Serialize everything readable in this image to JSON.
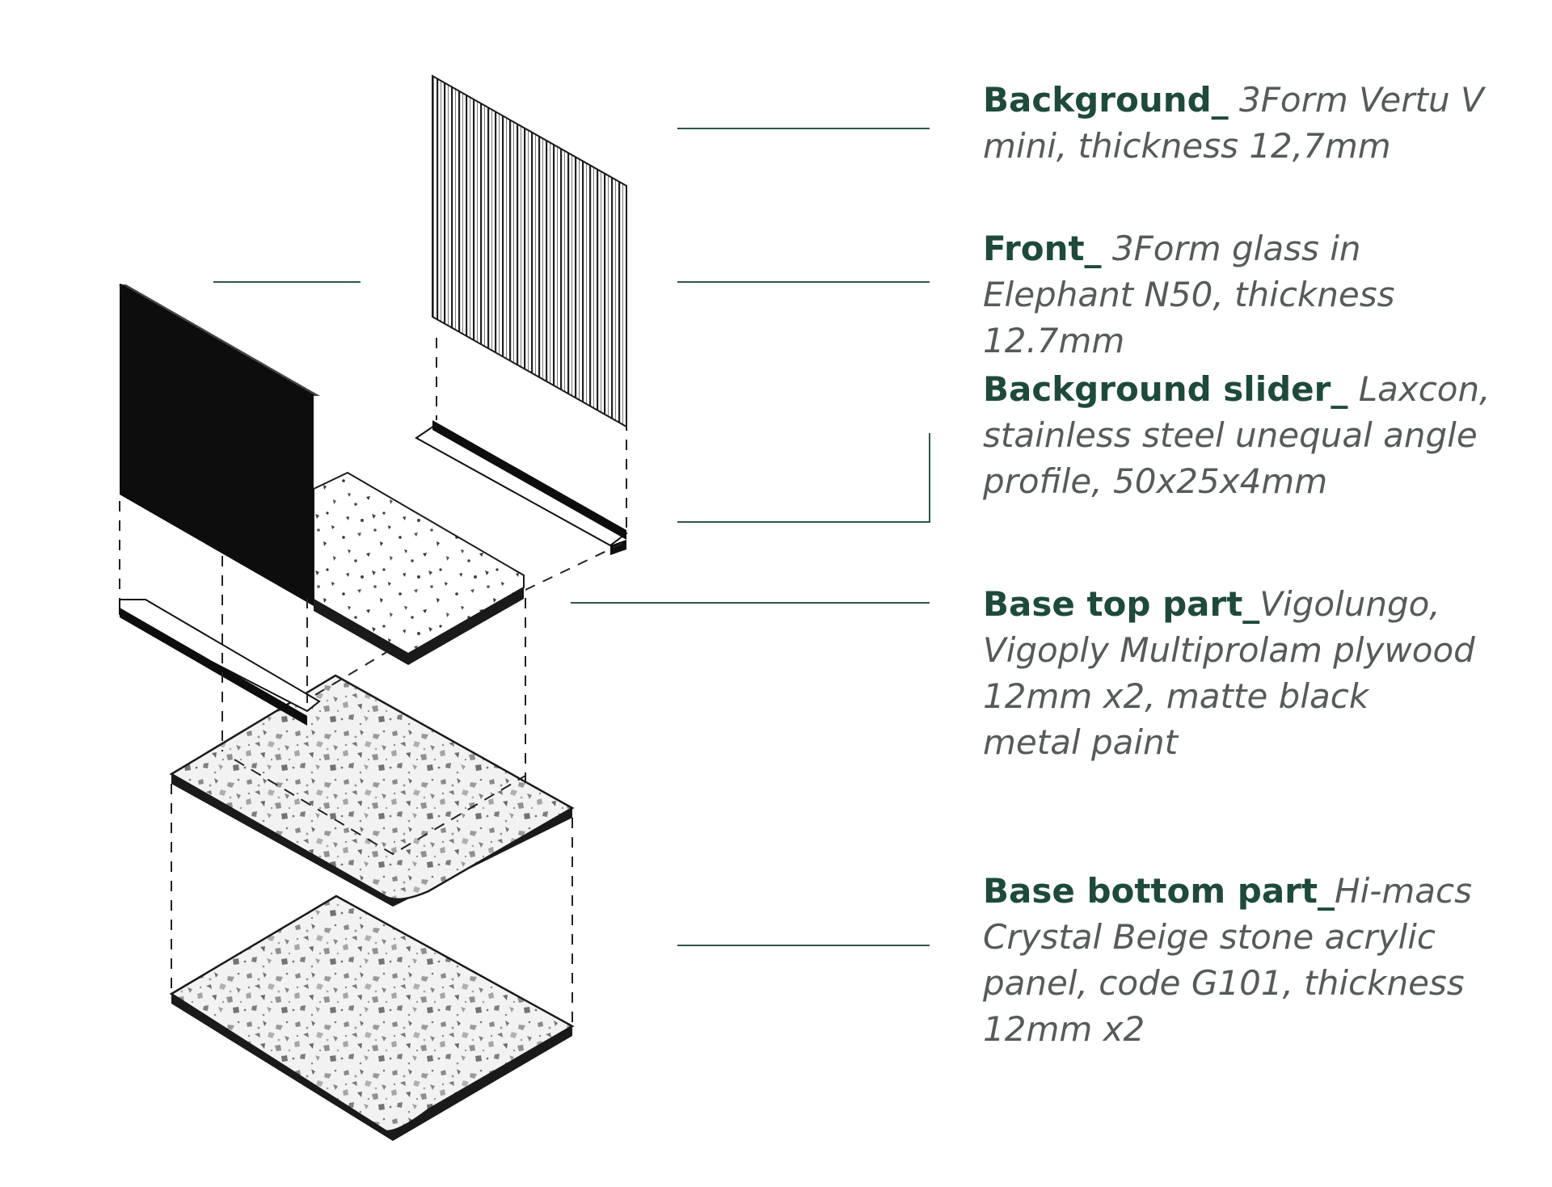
{
  "colors": {
    "title": "#1e4a3a",
    "description": "#555b59",
    "leader_line": "#2e5548",
    "panel_black": "#0d0d0d",
    "terrazzo_base": "#f2f2f2"
  },
  "icons": [
    "exploded-axonometric-drawing"
  ],
  "labels": {
    "background": {
      "title": "Background_",
      "description": " 3Form Vertu V mini, thickness 12,7mm"
    },
    "front": {
      "title": "Front_",
      "description": " 3Form glass in Elephant N50, thickness 12.7mm"
    },
    "background_slider": {
      "title": "Background slider_",
      "description": " Laxcon, stainless steel unequal angle profile, 50x25x4mm"
    },
    "base_top": {
      "title": "Base top part_",
      "description": "Vigolungo, Vigoply Multiprolam plywood 12mm x2, matte black metal paint"
    },
    "base_bottom": {
      "title": "Base bottom part_",
      "description": "Hi-macs Crystal Beige stone acrylic panel, code G101, thickness 12mm x2"
    }
  }
}
